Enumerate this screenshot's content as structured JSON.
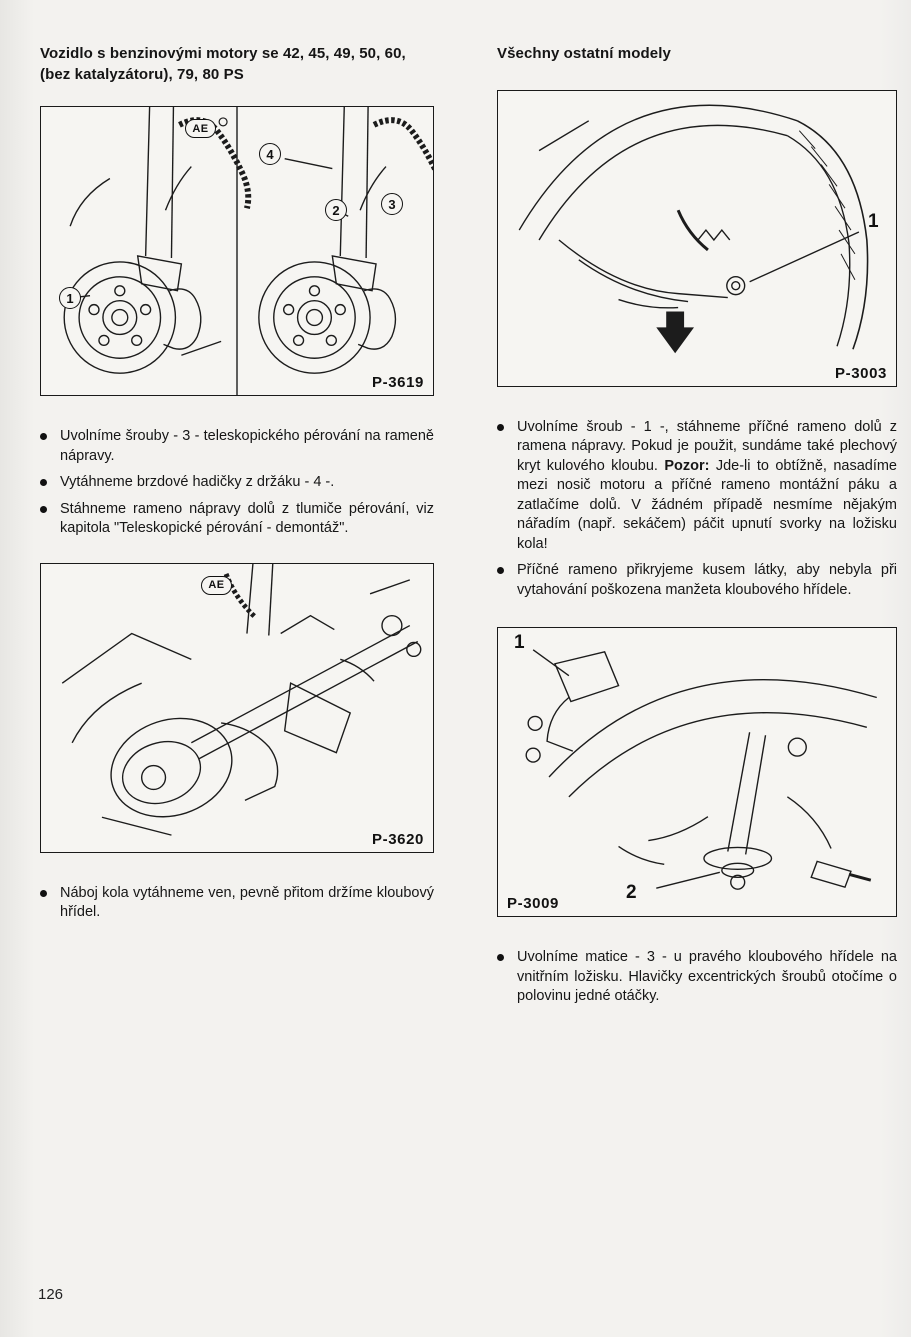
{
  "page": {
    "number": "126"
  },
  "left_column": {
    "heading": "Vozidlo s benzinovými motory se 42, 45, 49, 50, 60, (bez katalyzátoru), 79, 80 PS",
    "figure_top": {
      "label": "P-3619",
      "callouts": {
        "ae": "AE",
        "c1": "1",
        "c4": "4",
        "c2": "2",
        "c3": "3"
      }
    },
    "bullets": [
      "Uvolníme šrouby - 3 - teleskopického pérování na rameně nápravy.",
      "Vytáhneme brzdové hadičky z držáku - 4 -.",
      "Stáhneme rameno nápravy dolů z tlumiče pérování, viz kapitola \"Teleskopické pérování - demontáž\"."
    ],
    "figure_bottom": {
      "label": "P-3620",
      "callouts": {
        "ae": "AE"
      }
    },
    "bullets2": [
      "Náboj kola vytáhneme ven, pevně přitom držíme kloubový hřídel."
    ]
  },
  "right_column": {
    "heading": "Všechny ostatní modely",
    "figure_top": {
      "label": "P-3003",
      "callouts": {
        "c1": "1"
      }
    },
    "bullet1": {
      "before": "Uvolníme šroub - 1 -, stáhneme příčné rameno dolů z ramena nápravy. Pokud je použit, sundáme také plechový kryt kulového kloubu. ",
      "bold": "Pozor:",
      "after": " Jde-li to obtížně, nasadíme mezi nosič motoru a příčné rameno montážní páku a zatlačíme dolů. V žádném případě nesmíme nějakým nářadím (např. sekáčem) páčit upnutí svorky na ložisku kola!"
    },
    "bullet2": "Příčné rameno přikryjeme kusem látky, aby nebyla při vytahování poškozena manžeta kloubového hřídele.",
    "figure_bottom": {
      "label": "P-3009",
      "callouts": {
        "c1": "1",
        "c2": "2"
      }
    },
    "bullet3": "Uvolníme matice - 3 - u pravého kloubového hřídele na vnitřním ložisku. Hlavičky excentrických šroubů otočíme o polovinu jedné otáčky."
  }
}
